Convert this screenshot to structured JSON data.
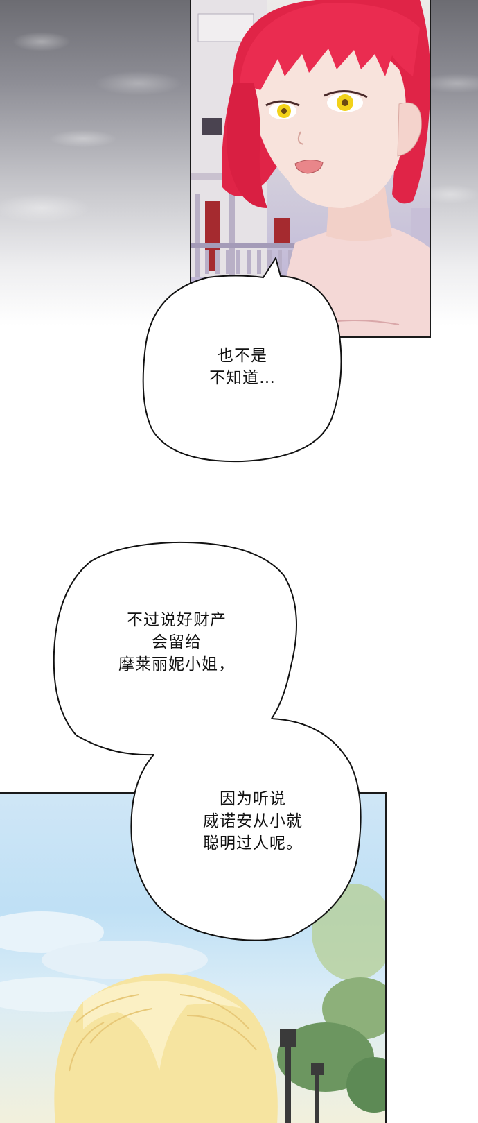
{
  "bubble1": {
    "lines": [
      "也不是",
      "不知道…"
    ]
  },
  "bubble2": {
    "lines": [
      "不过说好财产",
      "会留给",
      "摩莱丽妮小姐，"
    ]
  },
  "bubble3": {
    "lines": [
      "因为听说",
      "威诺安从小就",
      "聪明过人呢。"
    ]
  },
  "colors": {
    "hair_red": "#e8284e",
    "eyes_yellow": "#f2d21a",
    "skin": "#f7e2da",
    "hair_blond": "#f6e4a0",
    "sky": "#bfe0f5"
  }
}
